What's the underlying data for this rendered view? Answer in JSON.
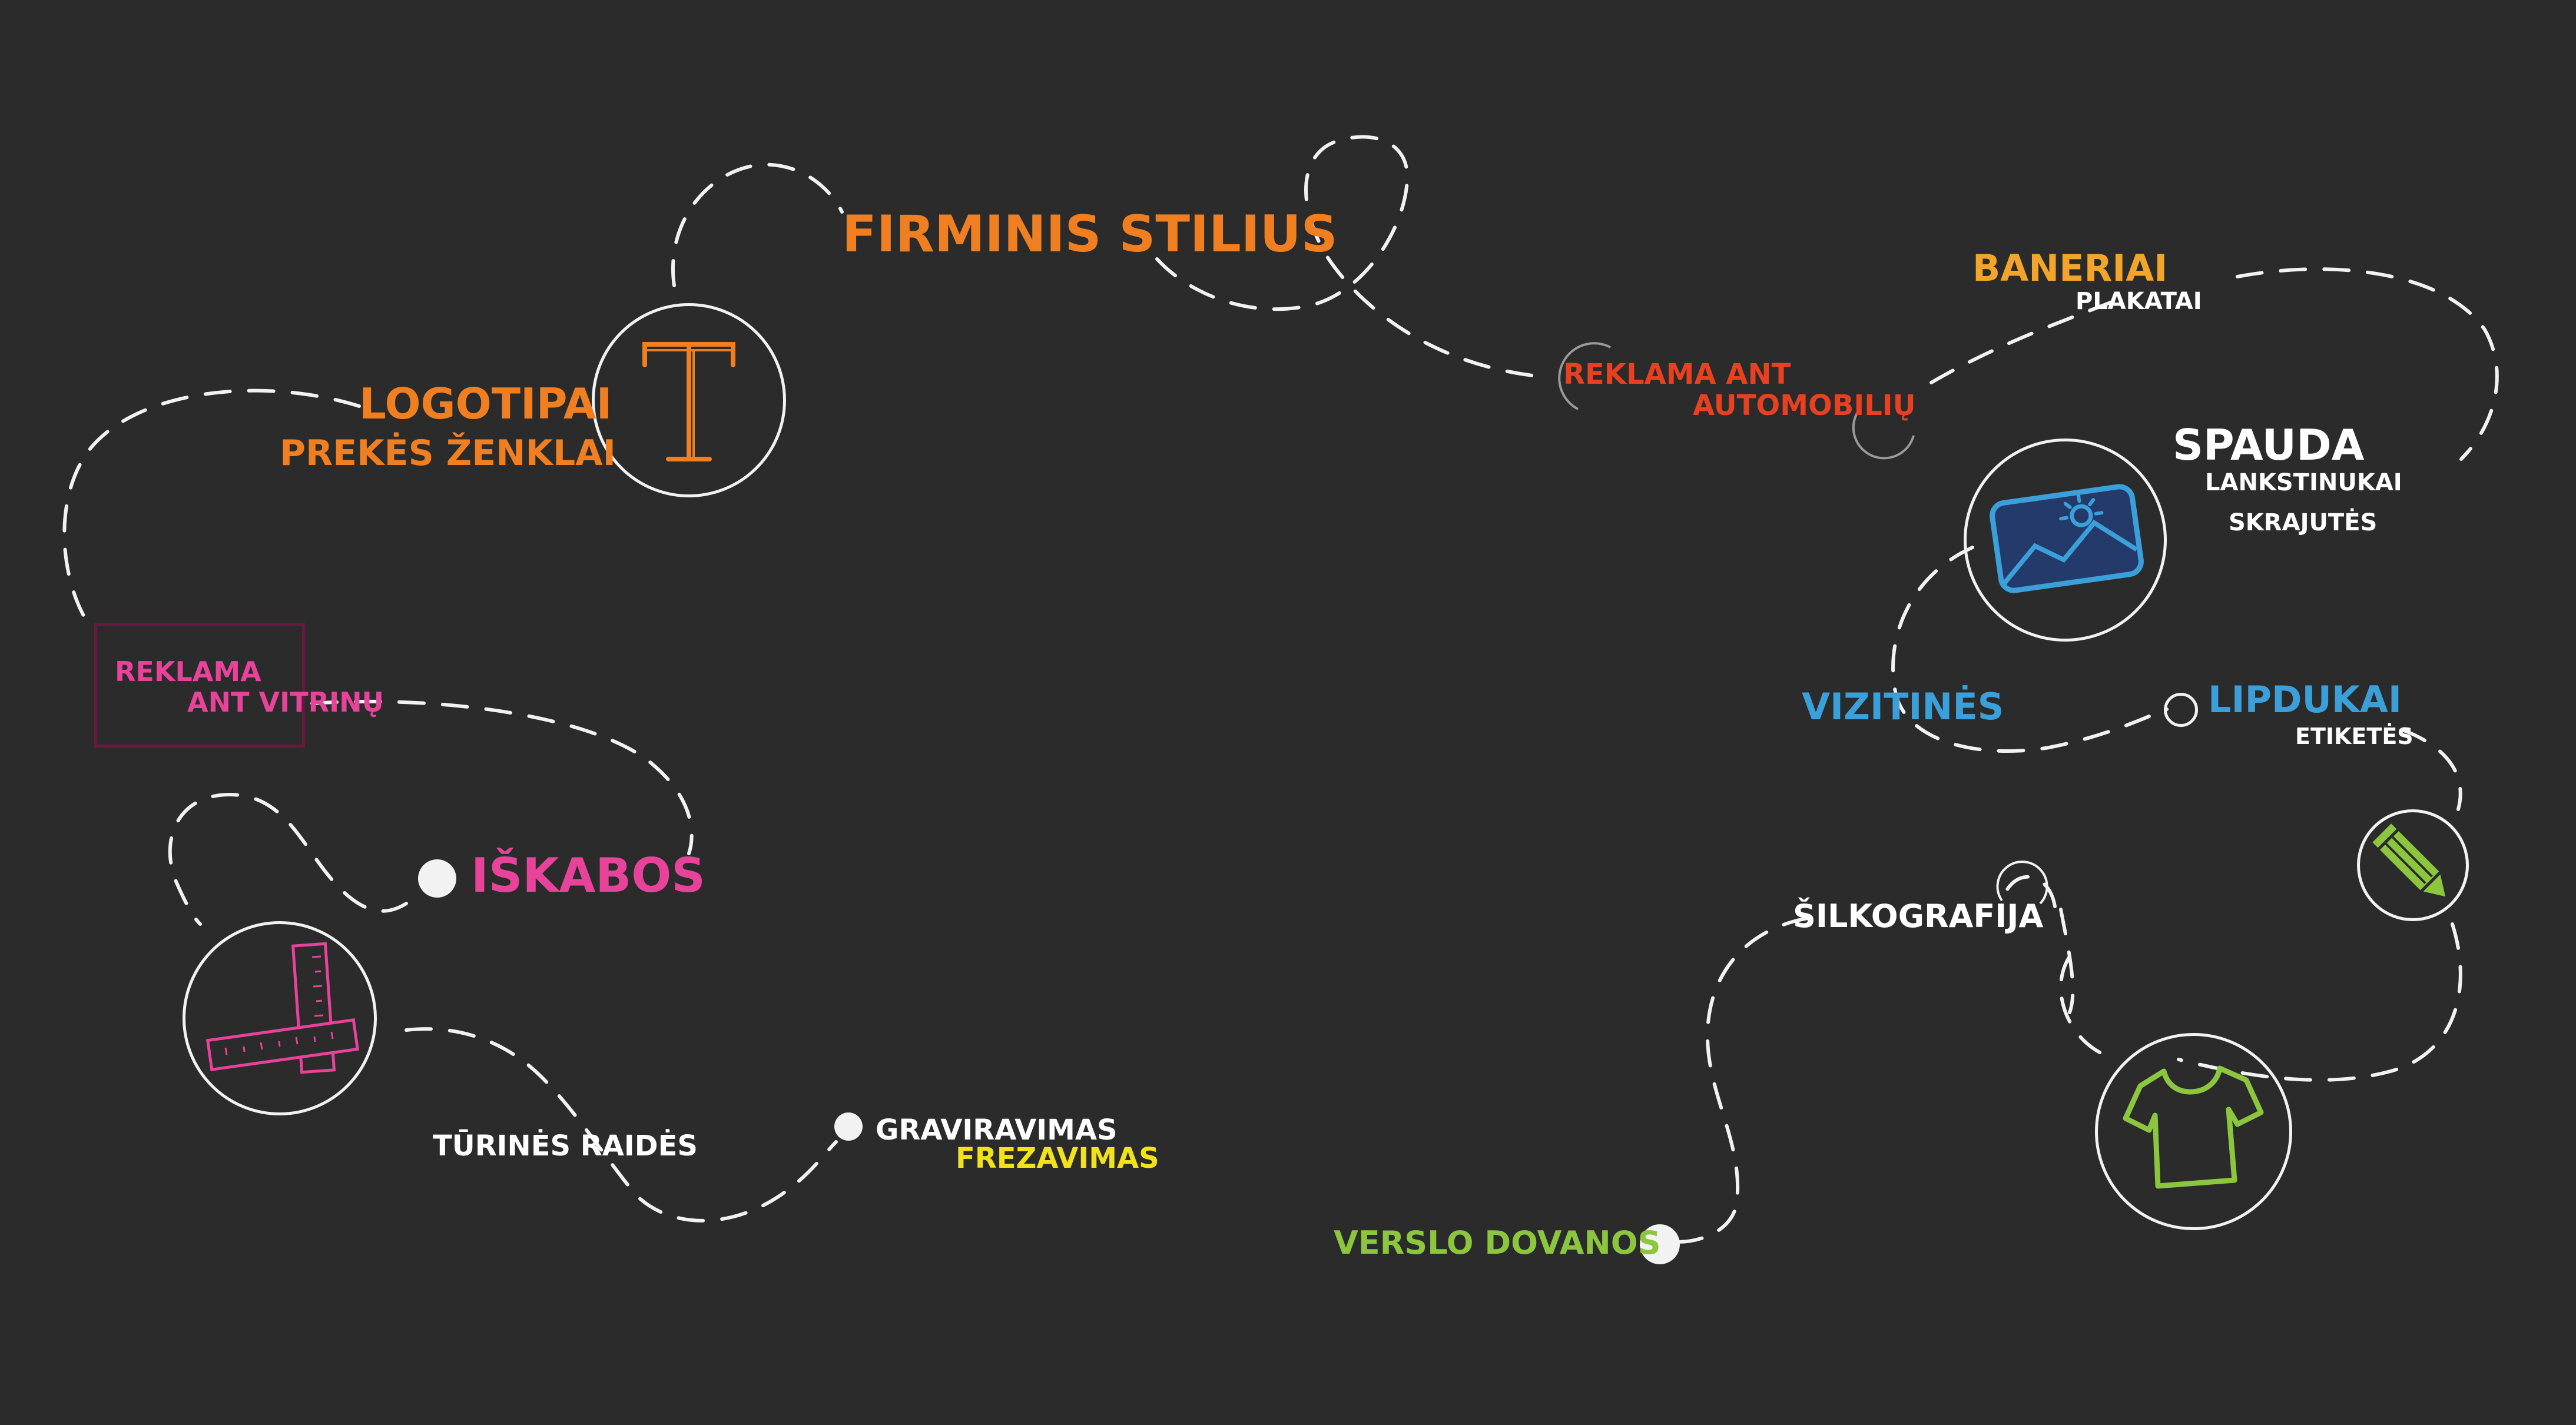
{
  "colors": {
    "background": "#2b2b2b",
    "orange": "#f07f22",
    "amber": "#f3a52b",
    "red": "#e84121",
    "pink": "#e8439a",
    "blue": "#3ba0da",
    "lime": "#8cc63f",
    "yellow": "#f2e21c",
    "white": "#ffffff",
    "maroon": "#6b1840"
  },
  "labels": {
    "firminis_stilius": "FIRMINIS STILIUS",
    "logotipai": "LOGOTIPAI",
    "prekes_zenklai": "PREKĖS ŽENKLAI",
    "reklama_ant_automobiliu_1": "REKLAMA ANT",
    "reklama_ant_automobiliu_2": "AUTOMOBILIŲ",
    "baneriai": "BANERIAI",
    "plakatai": "PLAKATAI",
    "spauda": "SPAUDA",
    "lankstinukai": "LANKSTINUKAI",
    "skrajutes": "SKRAJUTĖS",
    "vizitines": "VIZITINĖS",
    "lipdukai": "LIPDUKAI",
    "etiketes": "ETIKETĖS",
    "reklama_ant_vitrinu_1": "REKLAMA",
    "reklama_ant_vitrinu_2": "ANT VITRINŲ",
    "iskabos": "IŠKABOS",
    "turines_raides": "TŪRINĖS RAIDĖS",
    "graviravimas": "GRAVIRAVIMAS",
    "frezavimas": "FREZAVIMAS",
    "silkografija": "ŠILKOGRAFIJA",
    "verslo_dovanos": "VERSLO DOVANOS"
  },
  "icons": {
    "logo": "letter-t-icon",
    "print": "image-photo-icon",
    "sticker": "pencil-icon",
    "signs": "ruler-icon",
    "silkscreen": "tshirt-icon"
  }
}
